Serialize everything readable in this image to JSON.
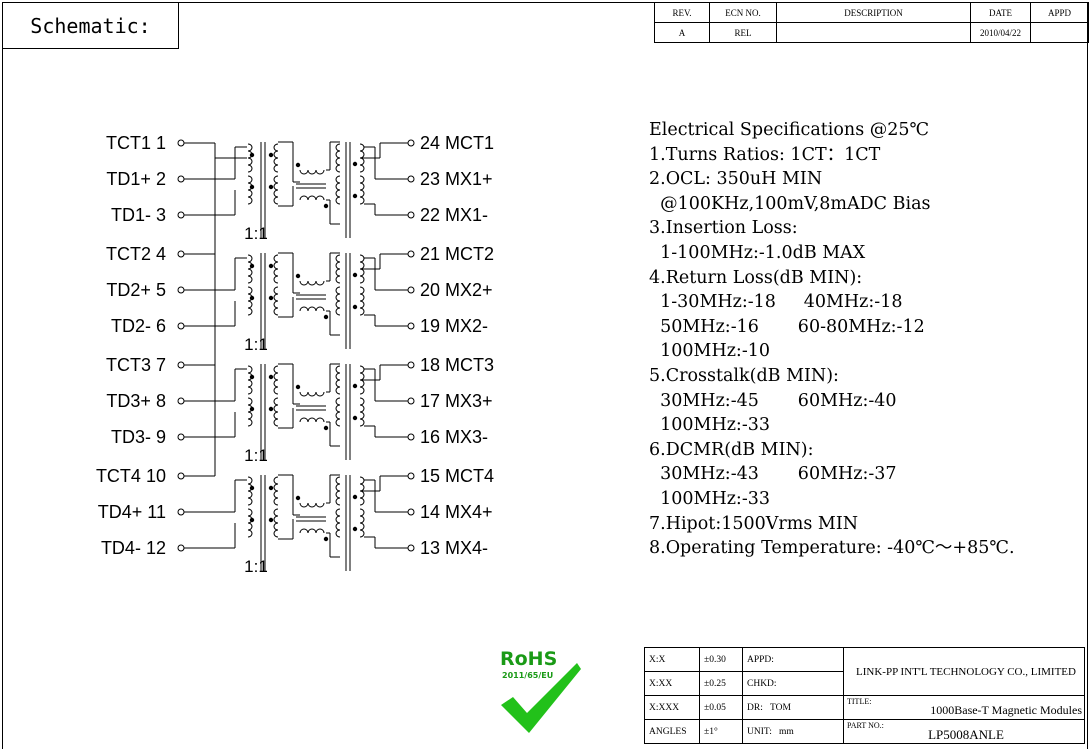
{
  "header": {
    "title": "Schematic:"
  },
  "revision_table": {
    "headers": [
      "REV.",
      "ECN NO.",
      "DESCRIPTION",
      "DATE",
      "APPD"
    ],
    "row": [
      "A",
      "REL",
      "",
      "2010/04/22",
      ""
    ]
  },
  "pins_left": [
    {
      "name": "TCT1",
      "num": "1"
    },
    {
      "name": "TD1+",
      "num": "2"
    },
    {
      "name": "TD1-",
      "num": "3"
    },
    {
      "name": "TCT2",
      "num": "4"
    },
    {
      "name": "TD2+",
      "num": "5"
    },
    {
      "name": "TD2-",
      "num": "6"
    },
    {
      "name": "TCT3",
      "num": "7"
    },
    {
      "name": "TD3+",
      "num": "8"
    },
    {
      "name": "TD3-",
      "num": "9"
    },
    {
      "name": "TCT4",
      "num": "10"
    },
    {
      "name": "TD4+",
      "num": "11"
    },
    {
      "name": "TD4-",
      "num": "12"
    }
  ],
  "pins_right": [
    {
      "num": "24",
      "name": "MCT1"
    },
    {
      "num": "23",
      "name": "MX1+"
    },
    {
      "num": "22",
      "name": "MX1-"
    },
    {
      "num": "21",
      "name": "MCT2"
    },
    {
      "num": "20",
      "name": "MX2+"
    },
    {
      "num": "19",
      "name": "MX2-"
    },
    {
      "num": "18",
      "name": "MCT3"
    },
    {
      "num": "17",
      "name": "MX3+"
    },
    {
      "num": "16",
      "name": "MX3-"
    },
    {
      "num": "15",
      "name": "MCT4"
    },
    {
      "num": "14",
      "name": "MX4+"
    },
    {
      "num": "13",
      "name": "MX4-"
    }
  ],
  "turns_ratio_label": "1:1",
  "specs": [
    "Electrical Specifications @25℃",
    "1.Turns Ratios: 1CT：1CT",
    "2.OCL: 350uH MIN",
    "  @100KHz,100mV,8mADC Bias",
    "3.Insertion Loss:",
    "  1-100MHz:-1.0dB MAX",
    "4.Return Loss(dB MIN):",
    "  1-30MHz:-18     40MHz:-18",
    "  50MHz:-16       60-80MHz:-12",
    "  100MHz:-10",
    "5.Crosstalk(dB MIN):",
    "  30MHz:-45       60MHz:-40",
    "  100MHz:-33",
    "6.DCMR(dB MIN):",
    "  30MHz:-43       60MHz:-37",
    "  100MHz:-33",
    "7.Hipot:1500Vrms MIN",
    "8.Operating Temperature: -40℃～+85℃."
  ],
  "rohs": {
    "title": "RoHS",
    "sub": "2011/65/EU",
    "colors": {
      "mark": "#22c11a",
      "badge": "#1a9a16"
    }
  },
  "title_block": {
    "tolerances": [
      {
        "label": "X:X",
        "value": "±0.30"
      },
      {
        "label": "X:XX",
        "value": "±0.25"
      },
      {
        "label": "X:XXX",
        "value": "±0.05"
      },
      {
        "label": "ANGLES",
        "value": "±1°"
      }
    ],
    "appd": "APPD:",
    "chkd": "CHKD:",
    "dr": "DR:",
    "dr_value": "TOM",
    "unit": "UNIT:",
    "unit_value": "mm",
    "company": "LINK-PP INT'L TECHNOLOGY CO., LIMITED",
    "title_label": "TITLE:",
    "title_value": "1000Base-T Magnetic Modules",
    "part_label": "PART NO.:",
    "part_value": "LP5008ANLE"
  }
}
